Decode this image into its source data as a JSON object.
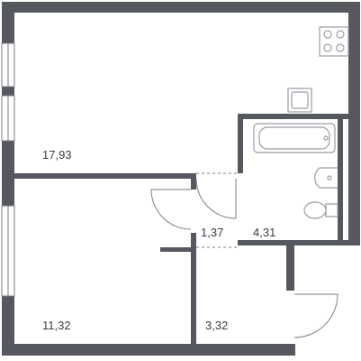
{
  "colors": {
    "wall": "#55585e",
    "thin": "#7b7e84",
    "fixture": "#9a9da3",
    "background": "#ffffff"
  },
  "rooms": {
    "living": {
      "area": "17,93"
    },
    "bedroom": {
      "area": "11,32"
    },
    "corridor": {
      "area": "1,37"
    },
    "bathroom": {
      "area": "4,31"
    },
    "hall": {
      "area": "3,32"
    }
  }
}
